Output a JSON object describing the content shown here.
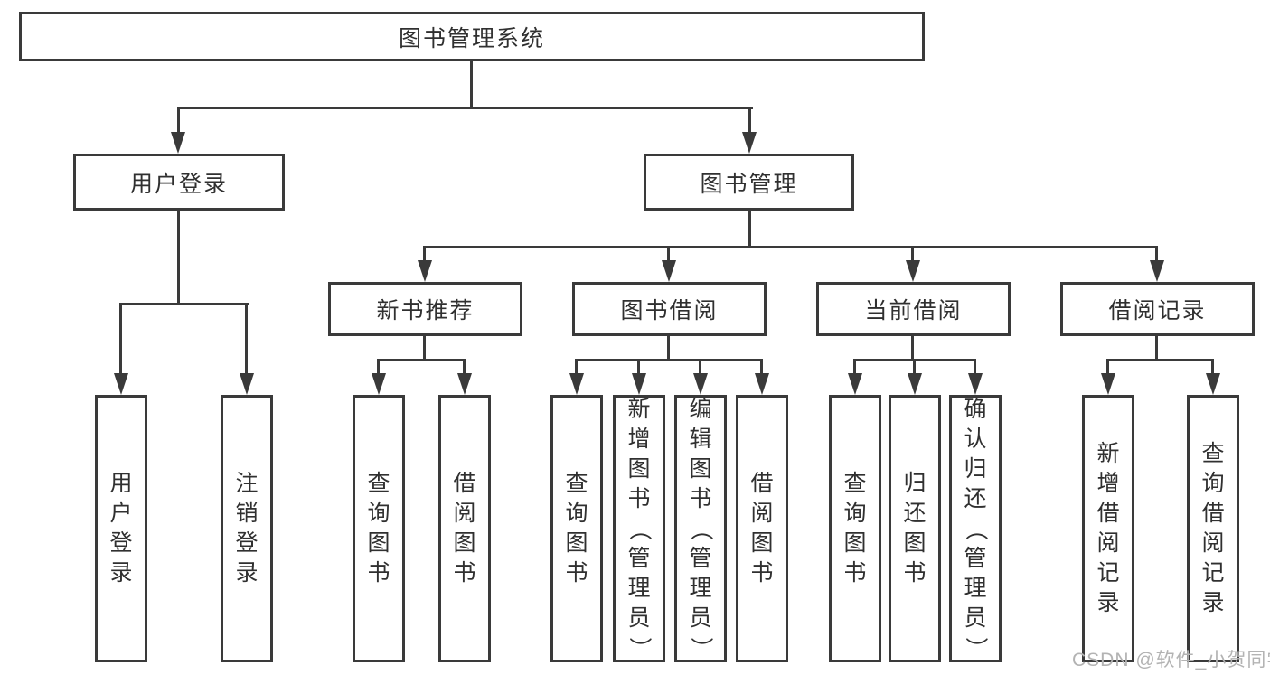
{
  "nodes": {
    "root": "图书管理系统",
    "level2": {
      "user_login": "用户登录",
      "book_mgmt": "图书管理"
    },
    "level3": {
      "new_book_rec": "新书推荐",
      "book_borrow": "图书借阅",
      "current_borrow": "当前借阅",
      "borrow_record": "借阅记录"
    },
    "leaves": {
      "user_login": "用户登录",
      "logout": "注销登录",
      "rec_query_book": "查询图书",
      "rec_borrow_book": "借阅图书",
      "bb_query_book": "查询图书",
      "bb_add_book": "新增图书（管理员）",
      "bb_edit_book": "编辑图书（管理员）",
      "bb_borrow_book": "借阅图书",
      "cur_query_book": "查询图书",
      "cur_return_book": "归还图书",
      "cur_confirm_return": "确认归还（管理员）",
      "rd_add_record": "新增借阅记录",
      "rd_query_record": "查询借阅记录"
    }
  },
  "watermark": "CSDN @软件_小贺同学",
  "colors": {
    "line": "#3a3a3a",
    "text": "#303030",
    "watermark": "#b3b3b3",
    "background": "#ffffff"
  }
}
